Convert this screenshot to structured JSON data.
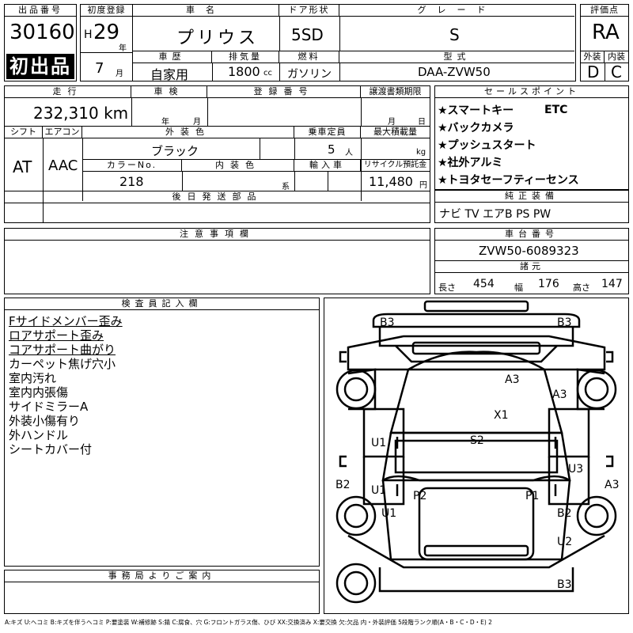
{
  "header": {
    "lot_label": "出品番号",
    "lot_number": "30160",
    "first_listing": "初出品",
    "reg_label": "初度登録",
    "era": "H",
    "year": "29",
    "year_unit": "年",
    "month": "7",
    "month_unit": "月",
    "name_label": "車名",
    "car_name": "プリウス",
    "door_label": "ドア形状",
    "door": "5SD",
    "grade_label": "グレード",
    "grade": "S",
    "score_label": "評価点",
    "score": "RA",
    "history_label": "車歴",
    "history": "自家用",
    "disp_label": "排気量",
    "displacement": "1800",
    "disp_unit": "cc",
    "fuel_label": "燃料",
    "fuel": "ガソリン",
    "model_label": "型式",
    "model": "DAA-ZVW50",
    "ext_label": "外装",
    "ext_score": "D",
    "int_label": "内装",
    "int_score": "C"
  },
  "row2": {
    "mileage_label": "走行",
    "mileage": "232,310 km",
    "inspection_label": "車検",
    "year_unit": "年",
    "month_unit": "月",
    "reg_no_label": "登録番号",
    "transfer_label": "譲渡書類期限",
    "transfer_month": "月",
    "transfer_day": "日",
    "shift_label": "シフト",
    "shift": "AT",
    "ac_label": "エアコン",
    "ac": "AAC",
    "color_label": "外装色",
    "color": "ブラック",
    "seats_label": "乗車定員",
    "seats": "5",
    "seats_unit": "人",
    "load_label": "最大積載量",
    "load_unit": "kg",
    "color_no_label": "カラーNo.",
    "color_no": "218",
    "int_color_label": "内装色",
    "int_color_unit": "系",
    "import_label": "輸入車",
    "recycle_label": "リサイクル預託金",
    "recycle": "11,480",
    "recycle_unit": "円"
  },
  "selling_points": {
    "label": "セールスポイント",
    "items": [
      "★スマートキー",
      "★バックカメラ",
      "★プッシュスタート",
      "★社外アルミ",
      "★トヨタセーフティーセンス"
    ],
    "etc": "ETC"
  },
  "later_parts_label": "後日発送部品",
  "genuine": {
    "label": "純正装備",
    "value": "ナビ TV エアB PS PW"
  },
  "notes_label": "注意事項欄",
  "chassis": {
    "label": "車台番号",
    "value": "ZVW50-6089323",
    "dims_label": "諸元",
    "length_label": "長さ",
    "length": "454",
    "width_label": "幅",
    "width": "176",
    "height_label": "高さ",
    "height": "147"
  },
  "inspector": {
    "label": "検査員記入欄",
    "lines": [
      {
        "text": "Fサイドメンバー歪み",
        "u": true
      },
      {
        "text": "ロアサポート歪み",
        "u": true
      },
      {
        "text": "コアサポート曲がり",
        "u": true
      },
      {
        "text": "カーペット焦げ穴小",
        "u": false
      },
      {
        "text": "室内汚れ",
        "u": false
      },
      {
        "text": "室内内張傷",
        "u": false
      },
      {
        "text": "サイドミラーA",
        "u": false
      },
      {
        "text": "外装小傷有り",
        "u": false
      },
      {
        "text": "外ハンドル",
        "u": false
      },
      {
        "text": "シートカバー付",
        "u": false
      }
    ]
  },
  "office_label": "事務局よりご案内",
  "diagram_marks": [
    "B3",
    "B3",
    "A3",
    "A3",
    "X1",
    "U1",
    "S2",
    "U3",
    "B2",
    "A3",
    "U1",
    "P2",
    "P1",
    "U1",
    "B2",
    "U2",
    "B3"
  ],
  "legend": "A:キズ U:ヘコミ B:キズを伴うヘコミ P:要塗装 W:補修跡 S:錆 C:腐食、穴 G:フロントガラス傷、ひび XX:交換済み X:要交換 欠:欠品 内・外装評価 5段階ランク順(A・B・C・D・E) 2"
}
